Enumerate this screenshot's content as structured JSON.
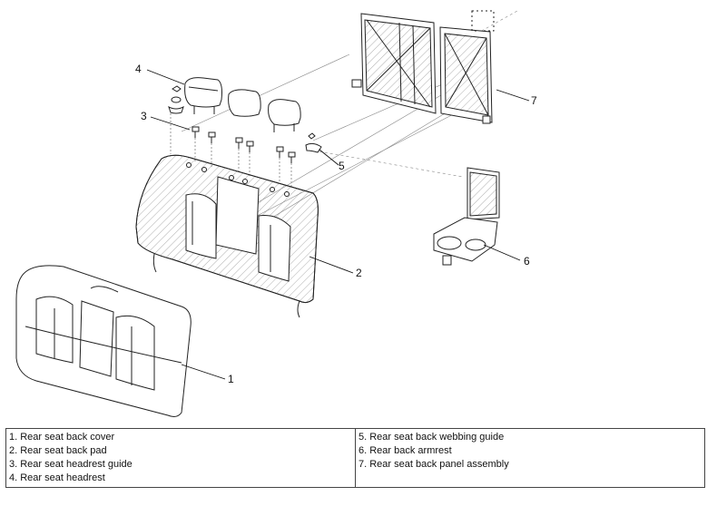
{
  "callouts": {
    "c1": "1",
    "c2": "2",
    "c3": "3",
    "c4": "4",
    "c5": "5",
    "c6": "6",
    "c7": "7"
  },
  "legend": {
    "left": [
      "1. Rear seat back cover",
      "2. Rear seat back pad",
      "3. Rear seat headrest guide",
      "4. Rear seat headrest"
    ],
    "right": [
      "5. Rear seat back webbing guide",
      "6. Rear back armrest",
      "7. Rear seat back panel assembly"
    ]
  },
  "colors": {
    "line": "#222222",
    "hatch": "#555555",
    "background": "#ffffff"
  }
}
